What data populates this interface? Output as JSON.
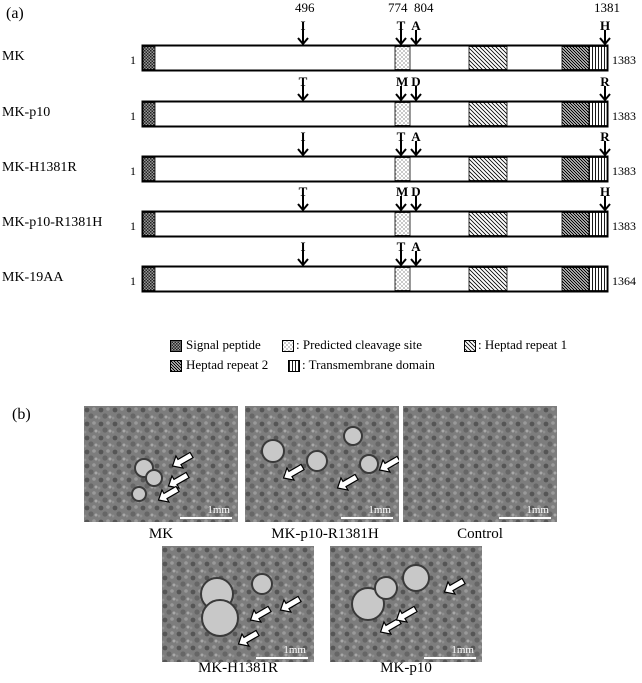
{
  "panel_a_label": "(a)",
  "panel_b_label": "(b)",
  "positions": [
    "496",
    "774",
    "804",
    "1381"
  ],
  "rows": [
    {
      "name": "MK",
      "start": "1",
      "end": "1383",
      "r496": "I",
      "r774": "T",
      "r804": "A",
      "r1381": "H"
    },
    {
      "name": "MK-p10",
      "start": "1",
      "end": "1383",
      "r496": "T",
      "r774": "M",
      "r804": "D",
      "r1381": "R"
    },
    {
      "name": "MK-H1381R",
      "start": "1",
      "end": "1383",
      "r496": "I",
      "r774": "T",
      "r804": "A",
      "r1381": "R"
    },
    {
      "name": "MK-p10-R1381H",
      "start": "1",
      "end": "1383",
      "r496": "T",
      "r774": "M",
      "r804": "D",
      "r1381": "H"
    },
    {
      "name": "MK-19AA",
      "start": "1",
      "end": "1364",
      "r496": "I",
      "r774": "T",
      "r804": "A",
      "r1381": ""
    }
  ],
  "legend": {
    "signal": "Signal peptide",
    "cleavage": ": Predicted cleavage site",
    "hr1": ": Heptad repeat 1",
    "hr2": "Heptad repeat 2",
    "tm": ": Transmembrane domain"
  },
  "micrographs": [
    {
      "caption": "MK",
      "scale": "1mm"
    },
    {
      "caption": "MK-p10-R1381H",
      "scale": "1mm"
    },
    {
      "caption": "Control",
      "scale": "1mm"
    },
    {
      "caption": "MK-H1381R",
      "scale": "1mm"
    },
    {
      "caption": "MK-p10",
      "scale": "1mm"
    }
  ]
}
